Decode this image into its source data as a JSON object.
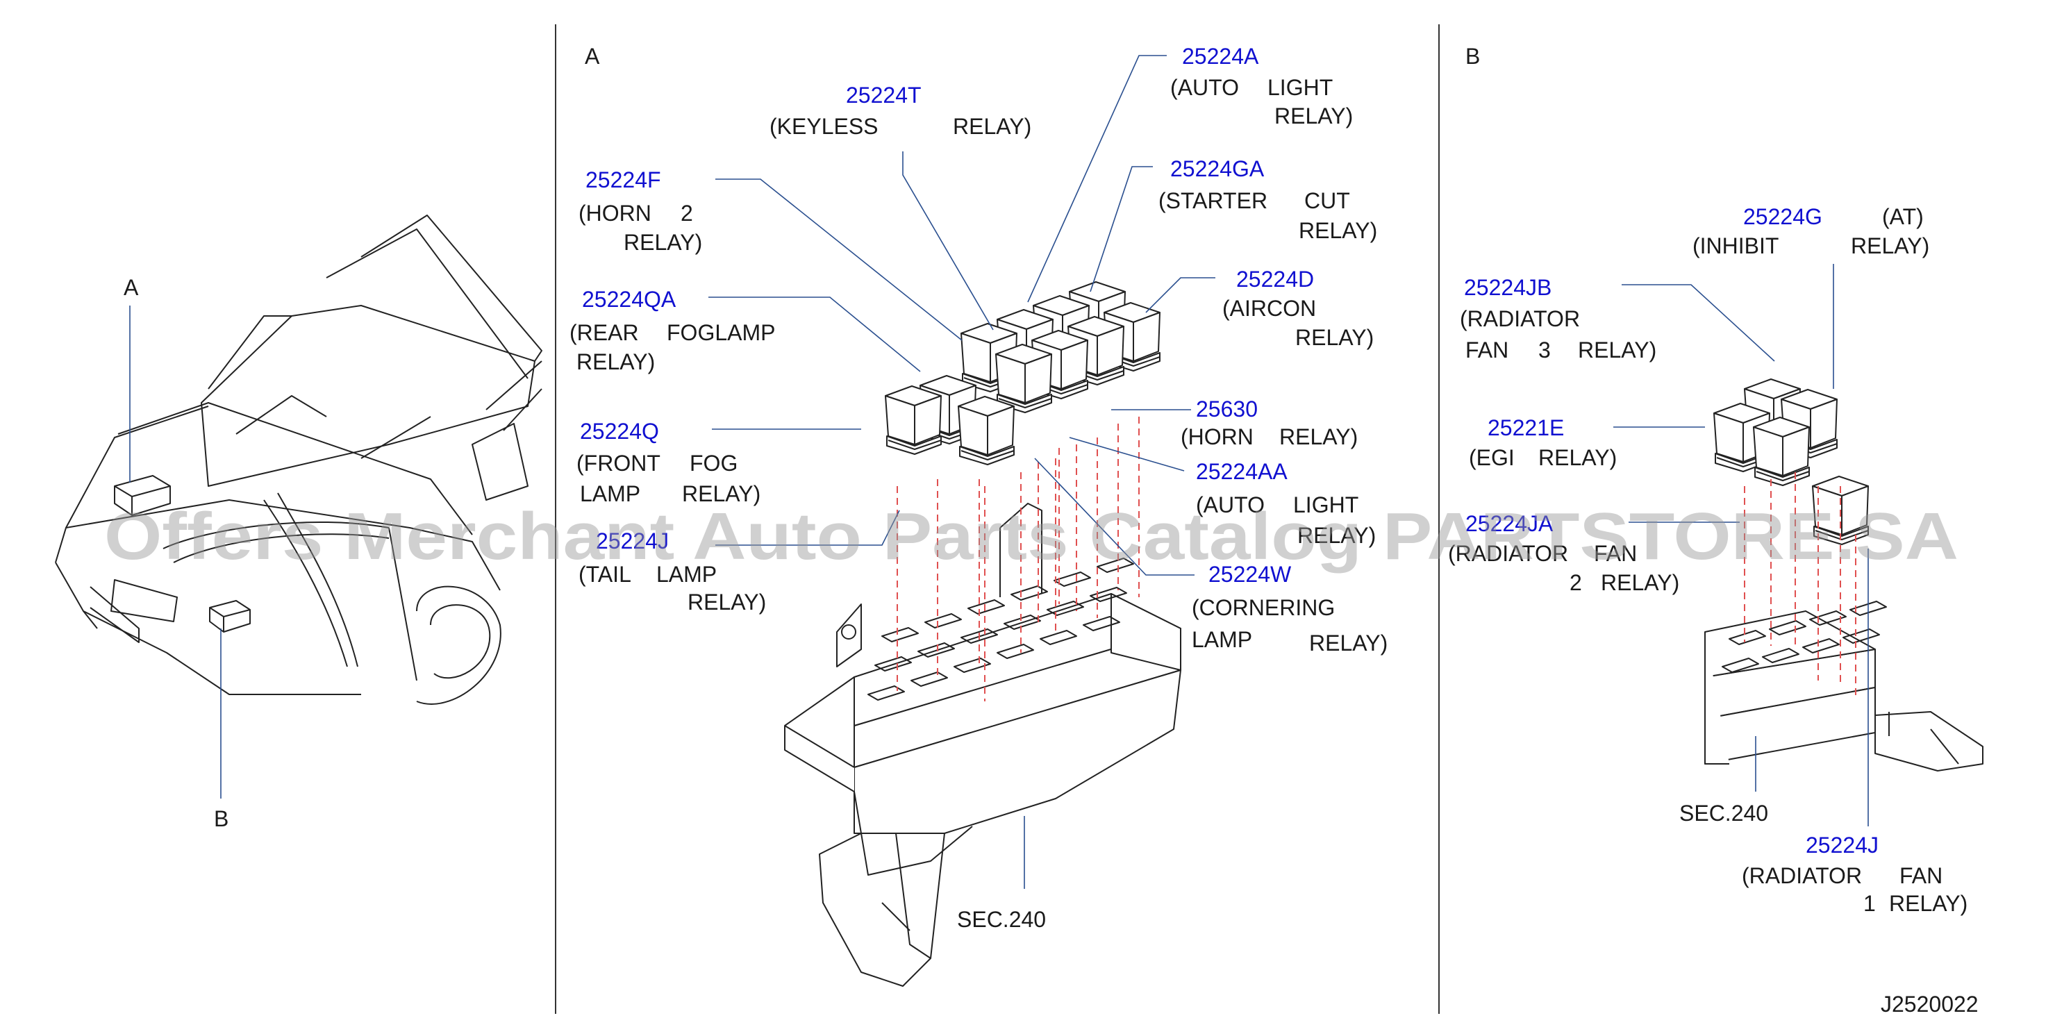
{
  "panels": {
    "a": "A",
    "b": "B"
  },
  "car_labels": {
    "a": "A",
    "b": "B"
  },
  "panel_a": {
    "parts": [
      {
        "pn": "25224T",
        "l1": "(KEYLESS",
        "l1b": "RELAY)"
      },
      {
        "pn": "25224A",
        "l1": "(AUTO",
        "l1b": "LIGHT",
        "l2": "RELAY)"
      },
      {
        "pn": "25224F",
        "l1": "(HORN",
        "l1b": "2",
        "l2": "RELAY)"
      },
      {
        "pn": "25224GA",
        "l1": "(STARTER",
        "l1b": "CUT",
        "l2": "RELAY)"
      },
      {
        "pn": "25224QA",
        "l1": "(REAR",
        "l1b": "FOGLAMP",
        "l2": "RELAY)"
      },
      {
        "pn": "25224D",
        "l1": "(AIRCON",
        "l2": "RELAY)"
      },
      {
        "pn": "25630",
        "l1": "(HORN",
        "l1b": "RELAY)"
      },
      {
        "pn": "25224Q",
        "l1": "(FRONT",
        "l1b": "FOG",
        "l2": "LAMP",
        "l2b": "RELAY)"
      },
      {
        "pn": "25224AA",
        "l1": "(AUTO",
        "l1b": "LIGHT",
        "l2": "RELAY)"
      },
      {
        "pn": "25224J",
        "l1": "(TAIL",
        "l1b": "LAMP",
        "l2": "RELAY)"
      },
      {
        "pn": "25224W",
        "l1": "(CORNERING",
        "l2": "LAMP",
        "l2b": "RELAY)"
      }
    ],
    "sec": "SEC.240"
  },
  "panel_b": {
    "parts": [
      {
        "pn": "25224G",
        "l0": "(AT)",
        "l1": "(INHIBIT",
        "l1b": "RELAY)"
      },
      {
        "pn": "25224JB",
        "l1": "(RADIATOR",
        "l2": "FAN",
        "l2b": "3",
        "l2c": "RELAY)"
      },
      {
        "pn": "25221E",
        "l1": "(EGI",
        "l1b": "RELAY)"
      },
      {
        "pn": "25224JA",
        "l1": "(RADIATOR",
        "l1b": "FAN",
        "l2": "2",
        "l2b": "RELAY)"
      },
      {
        "pn": "25224J",
        "l1": "(RADIATOR",
        "l1b": "FAN",
        "l2": "1",
        "l2b": "RELAY)"
      }
    ],
    "sec": "SEC.240"
  },
  "drawing_id": "J2520022",
  "watermark": "Offers Merchant Auto Parts Catalog PARTSTORE.SA"
}
